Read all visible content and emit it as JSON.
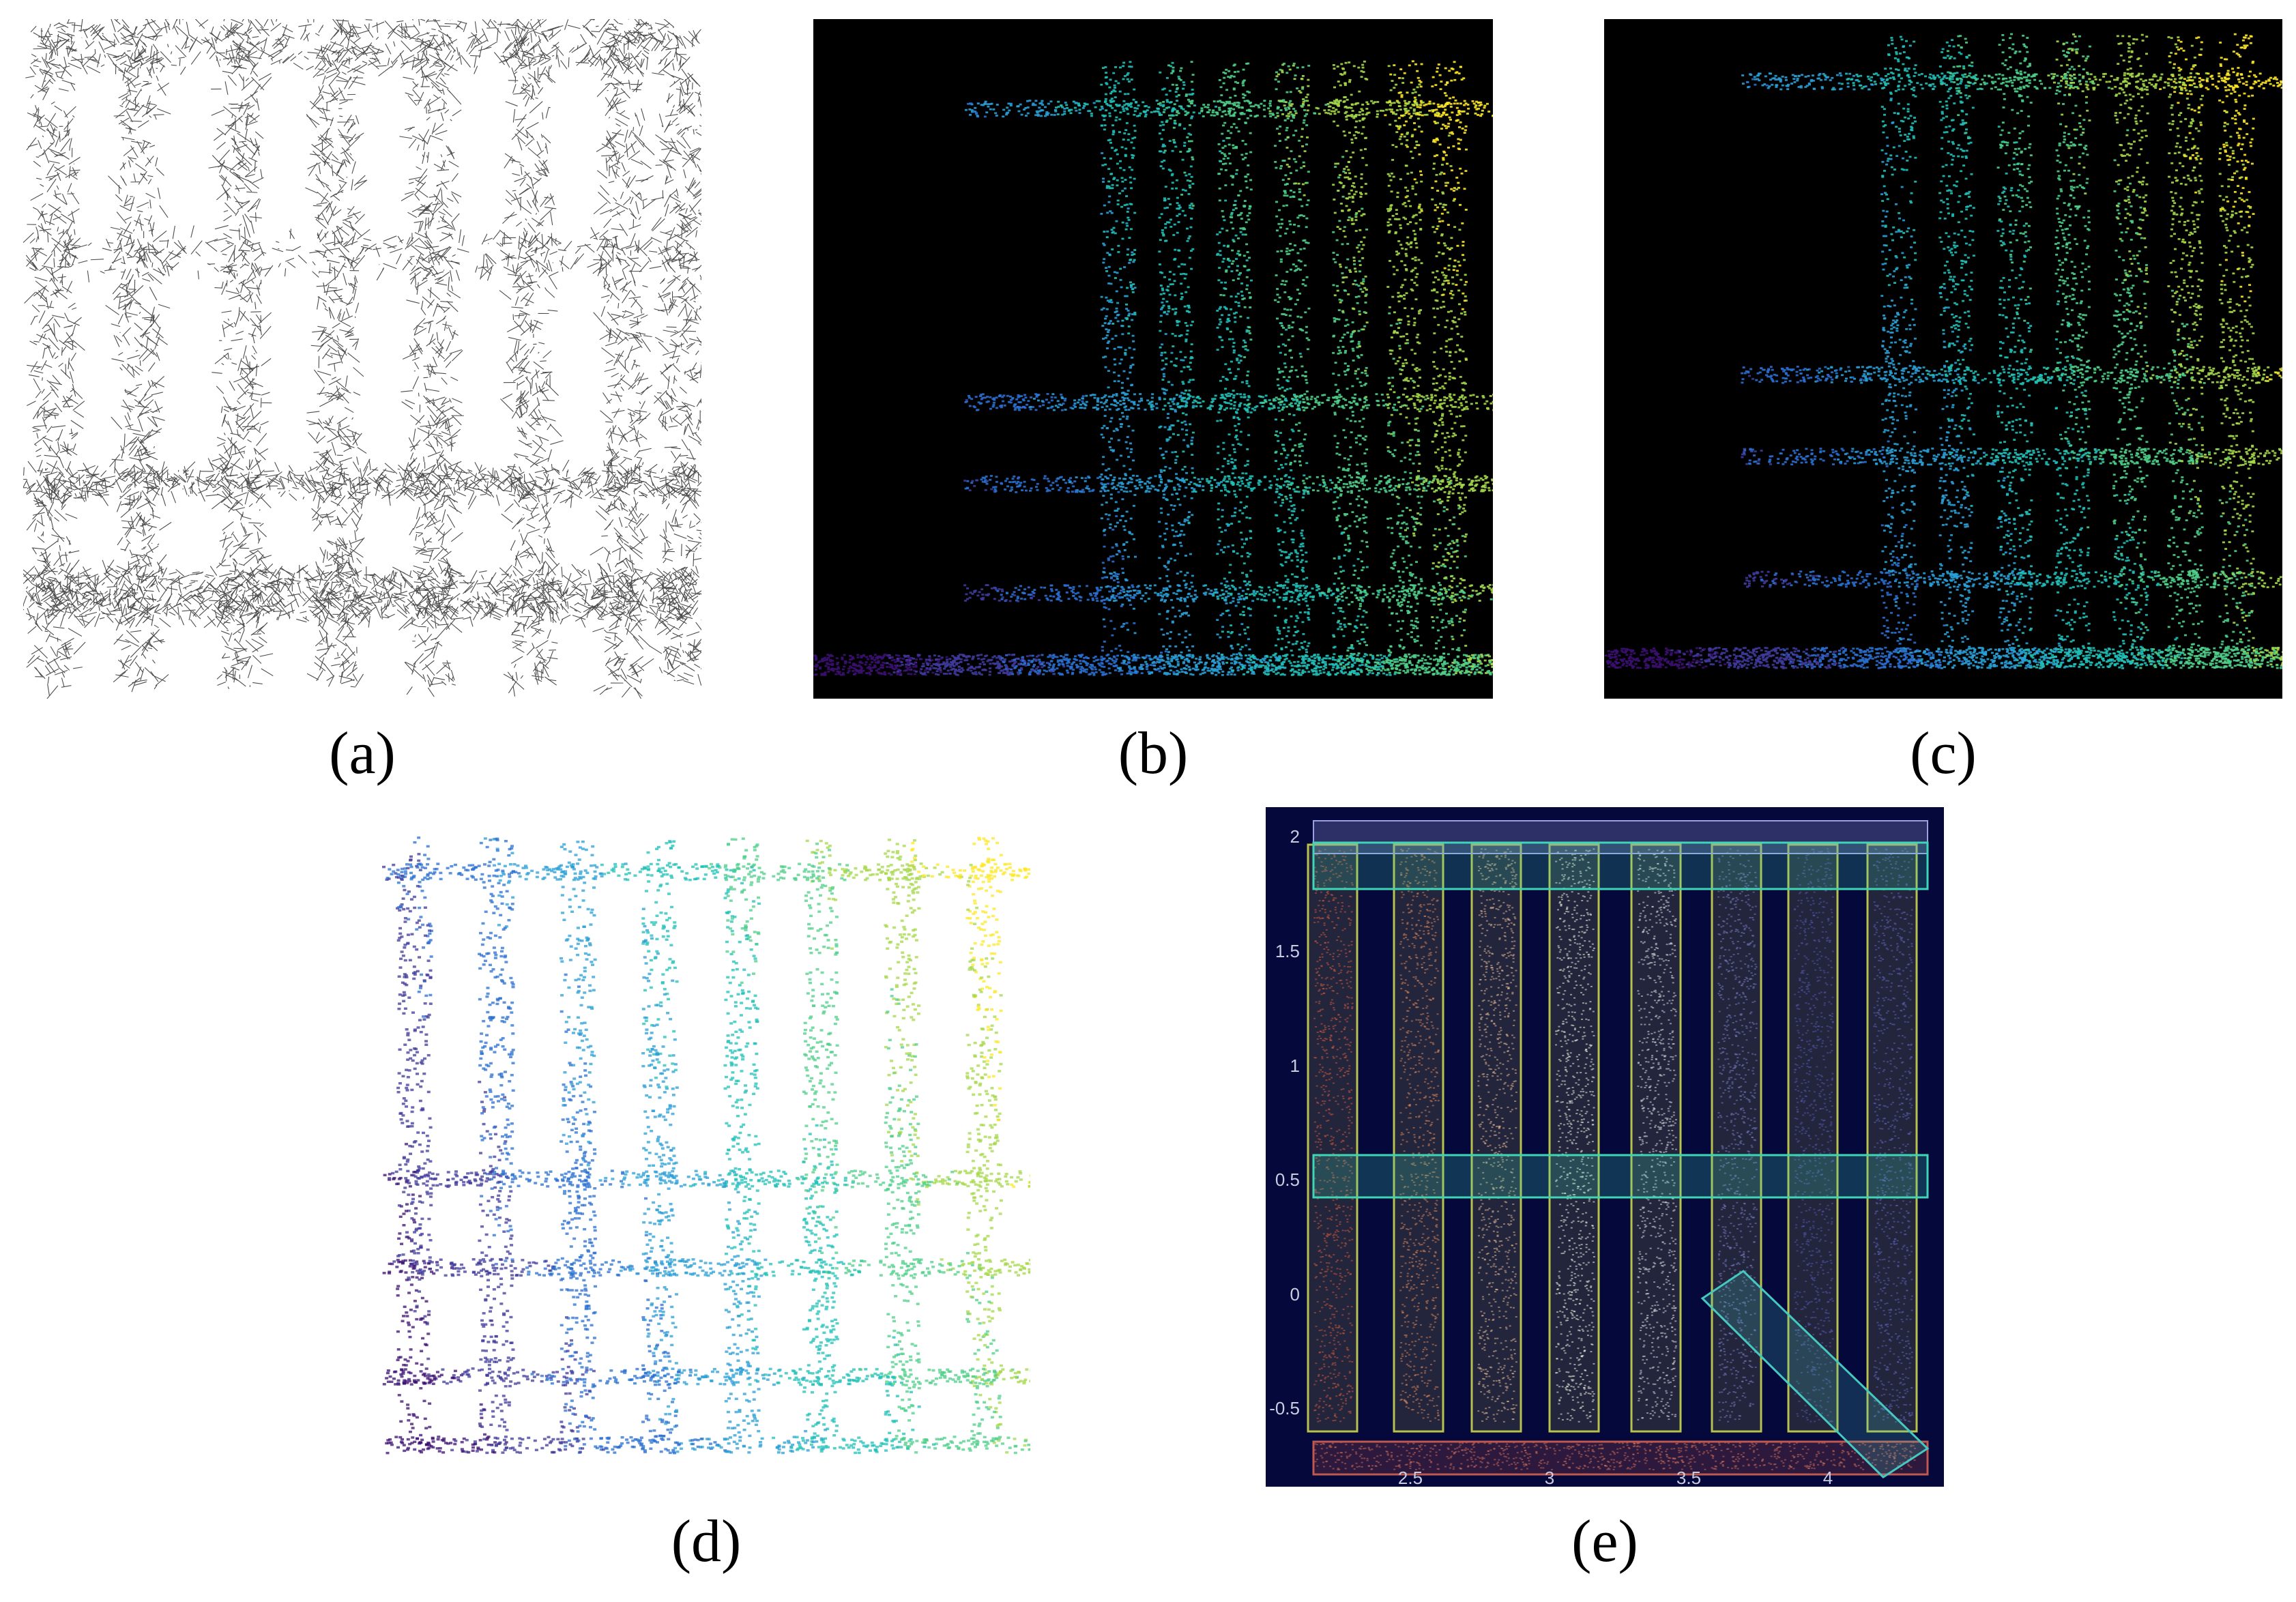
{
  "figure": {
    "captions": {
      "a": "(a)",
      "b": "(b)",
      "c": "(c)",
      "d": "(d)",
      "e": "(e)"
    }
  },
  "panel_e": {
    "x_ticks": [
      "2.5",
      "3",
      "3.5",
      "4"
    ],
    "y_ticks": [
      "2",
      "1.5",
      "1",
      "0.5",
      "0",
      "-0.5"
    ],
    "colors": {
      "background": "#05083a",
      "vertical_box": "#b8c24a",
      "horizontal_box": "#3fd6b6",
      "bottom_box": "#c0584e",
      "diagonal_box": "#45c8c0"
    }
  },
  "colors": {
    "viridis_dark": "#3b0f70",
    "viridis_blue": "#2a7fd6",
    "viridis_teal": "#20c0b8",
    "viridis_green": "#7ad151",
    "viridis_yellow": "#fde725"
  }
}
